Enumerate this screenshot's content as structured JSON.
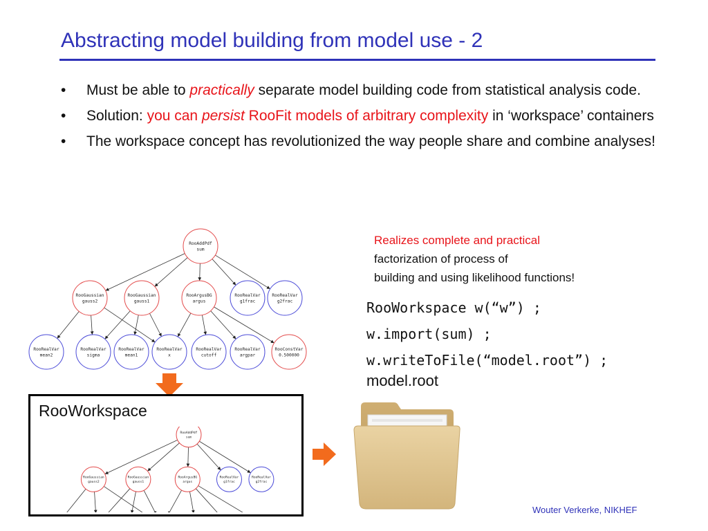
{
  "slide": {
    "title": "Abstracting model building from model use - 2",
    "bullet_marker": "•",
    "bullets": [
      {
        "prefix": "Must be able to ",
        "em": "practically",
        "suffix": " separate model building code from statistical analysis code."
      },
      {
        "prefix": "Solution: ",
        "red1": "you can ",
        "em": "persist",
        "red2": " RooFit models of arbitrary complexity",
        "suffix": " in ‘workspace’ containers"
      },
      {
        "text": "The workspace concept has revolutionized the way people share and combine analyses!"
      }
    ],
    "note": {
      "line1": "Realizes complete and practical",
      "line2": "factorization of process of",
      "line3": "building and using likelihood functions!"
    },
    "code": [
      "RooWorkspace w(“w”) ;",
      "w.import(sum) ;",
      "w.writeToFile(“model.root”) ;"
    ],
    "filename": "model.root",
    "workspace_label": "RooWorkspace",
    "footer": "Wouter Verkerke, NIKHEF"
  },
  "graph": {
    "nodes": [
      {
        "id": "sum",
        "cls": "RooAddPdf",
        "name": "sum",
        "color": "red"
      },
      {
        "id": "g2",
        "cls": "RooGaussian",
        "name": "gauss2",
        "color": "red"
      },
      {
        "id": "g1",
        "cls": "RooGaussian",
        "name": "gauss1",
        "color": "red"
      },
      {
        "id": "argus",
        "cls": "RooArgusBG",
        "name": "argus",
        "color": "red"
      },
      {
        "id": "g1f",
        "cls": "RooRealVar",
        "name": "g1frac",
        "color": "blue"
      },
      {
        "id": "g2f",
        "cls": "RooRealVar",
        "name": "g2frac",
        "color": "blue"
      },
      {
        "id": "mean2",
        "cls": "RooRealVar",
        "name": "mean2",
        "color": "blue"
      },
      {
        "id": "sigma",
        "cls": "RooRealVar",
        "name": "sigma",
        "color": "blue"
      },
      {
        "id": "mean1",
        "cls": "RooRealVar",
        "name": "mean1",
        "color": "blue"
      },
      {
        "id": "x",
        "cls": "RooRealVar",
        "name": "x",
        "color": "blue"
      },
      {
        "id": "cutoff",
        "cls": "RooRealVar",
        "name": "cutoff",
        "color": "blue"
      },
      {
        "id": "argpar",
        "cls": "RooRealVar",
        "name": "argpar",
        "color": "blue"
      },
      {
        "id": "c05",
        "cls": "RooConstVar",
        "name": "0.500000",
        "color": "red"
      }
    ],
    "edges": [
      [
        "sum",
        "g2"
      ],
      [
        "sum",
        "g1"
      ],
      [
        "sum",
        "argus"
      ],
      [
        "sum",
        "g1f"
      ],
      [
        "sum",
        "g2f"
      ],
      [
        "g2",
        "mean2"
      ],
      [
        "g2",
        "sigma"
      ],
      [
        "g2",
        "x"
      ],
      [
        "g1",
        "sigma"
      ],
      [
        "g1",
        "mean1"
      ],
      [
        "g1",
        "x"
      ],
      [
        "argus",
        "x"
      ],
      [
        "argus",
        "cutoff"
      ],
      [
        "argus",
        "argpar"
      ],
      [
        "argus",
        "c05"
      ]
    ]
  },
  "colors": {
    "title": "#2f32b8",
    "red": "#e8141a",
    "node_red": "#e34a4a",
    "node_blue": "#4a4ad8",
    "arrow": "#f26b1d",
    "folder": "#d8bd86"
  },
  "icons": {
    "down_arrow": "arrow-down-icon",
    "right_arrow": "arrow-right-icon",
    "folder": "folder-icon"
  }
}
